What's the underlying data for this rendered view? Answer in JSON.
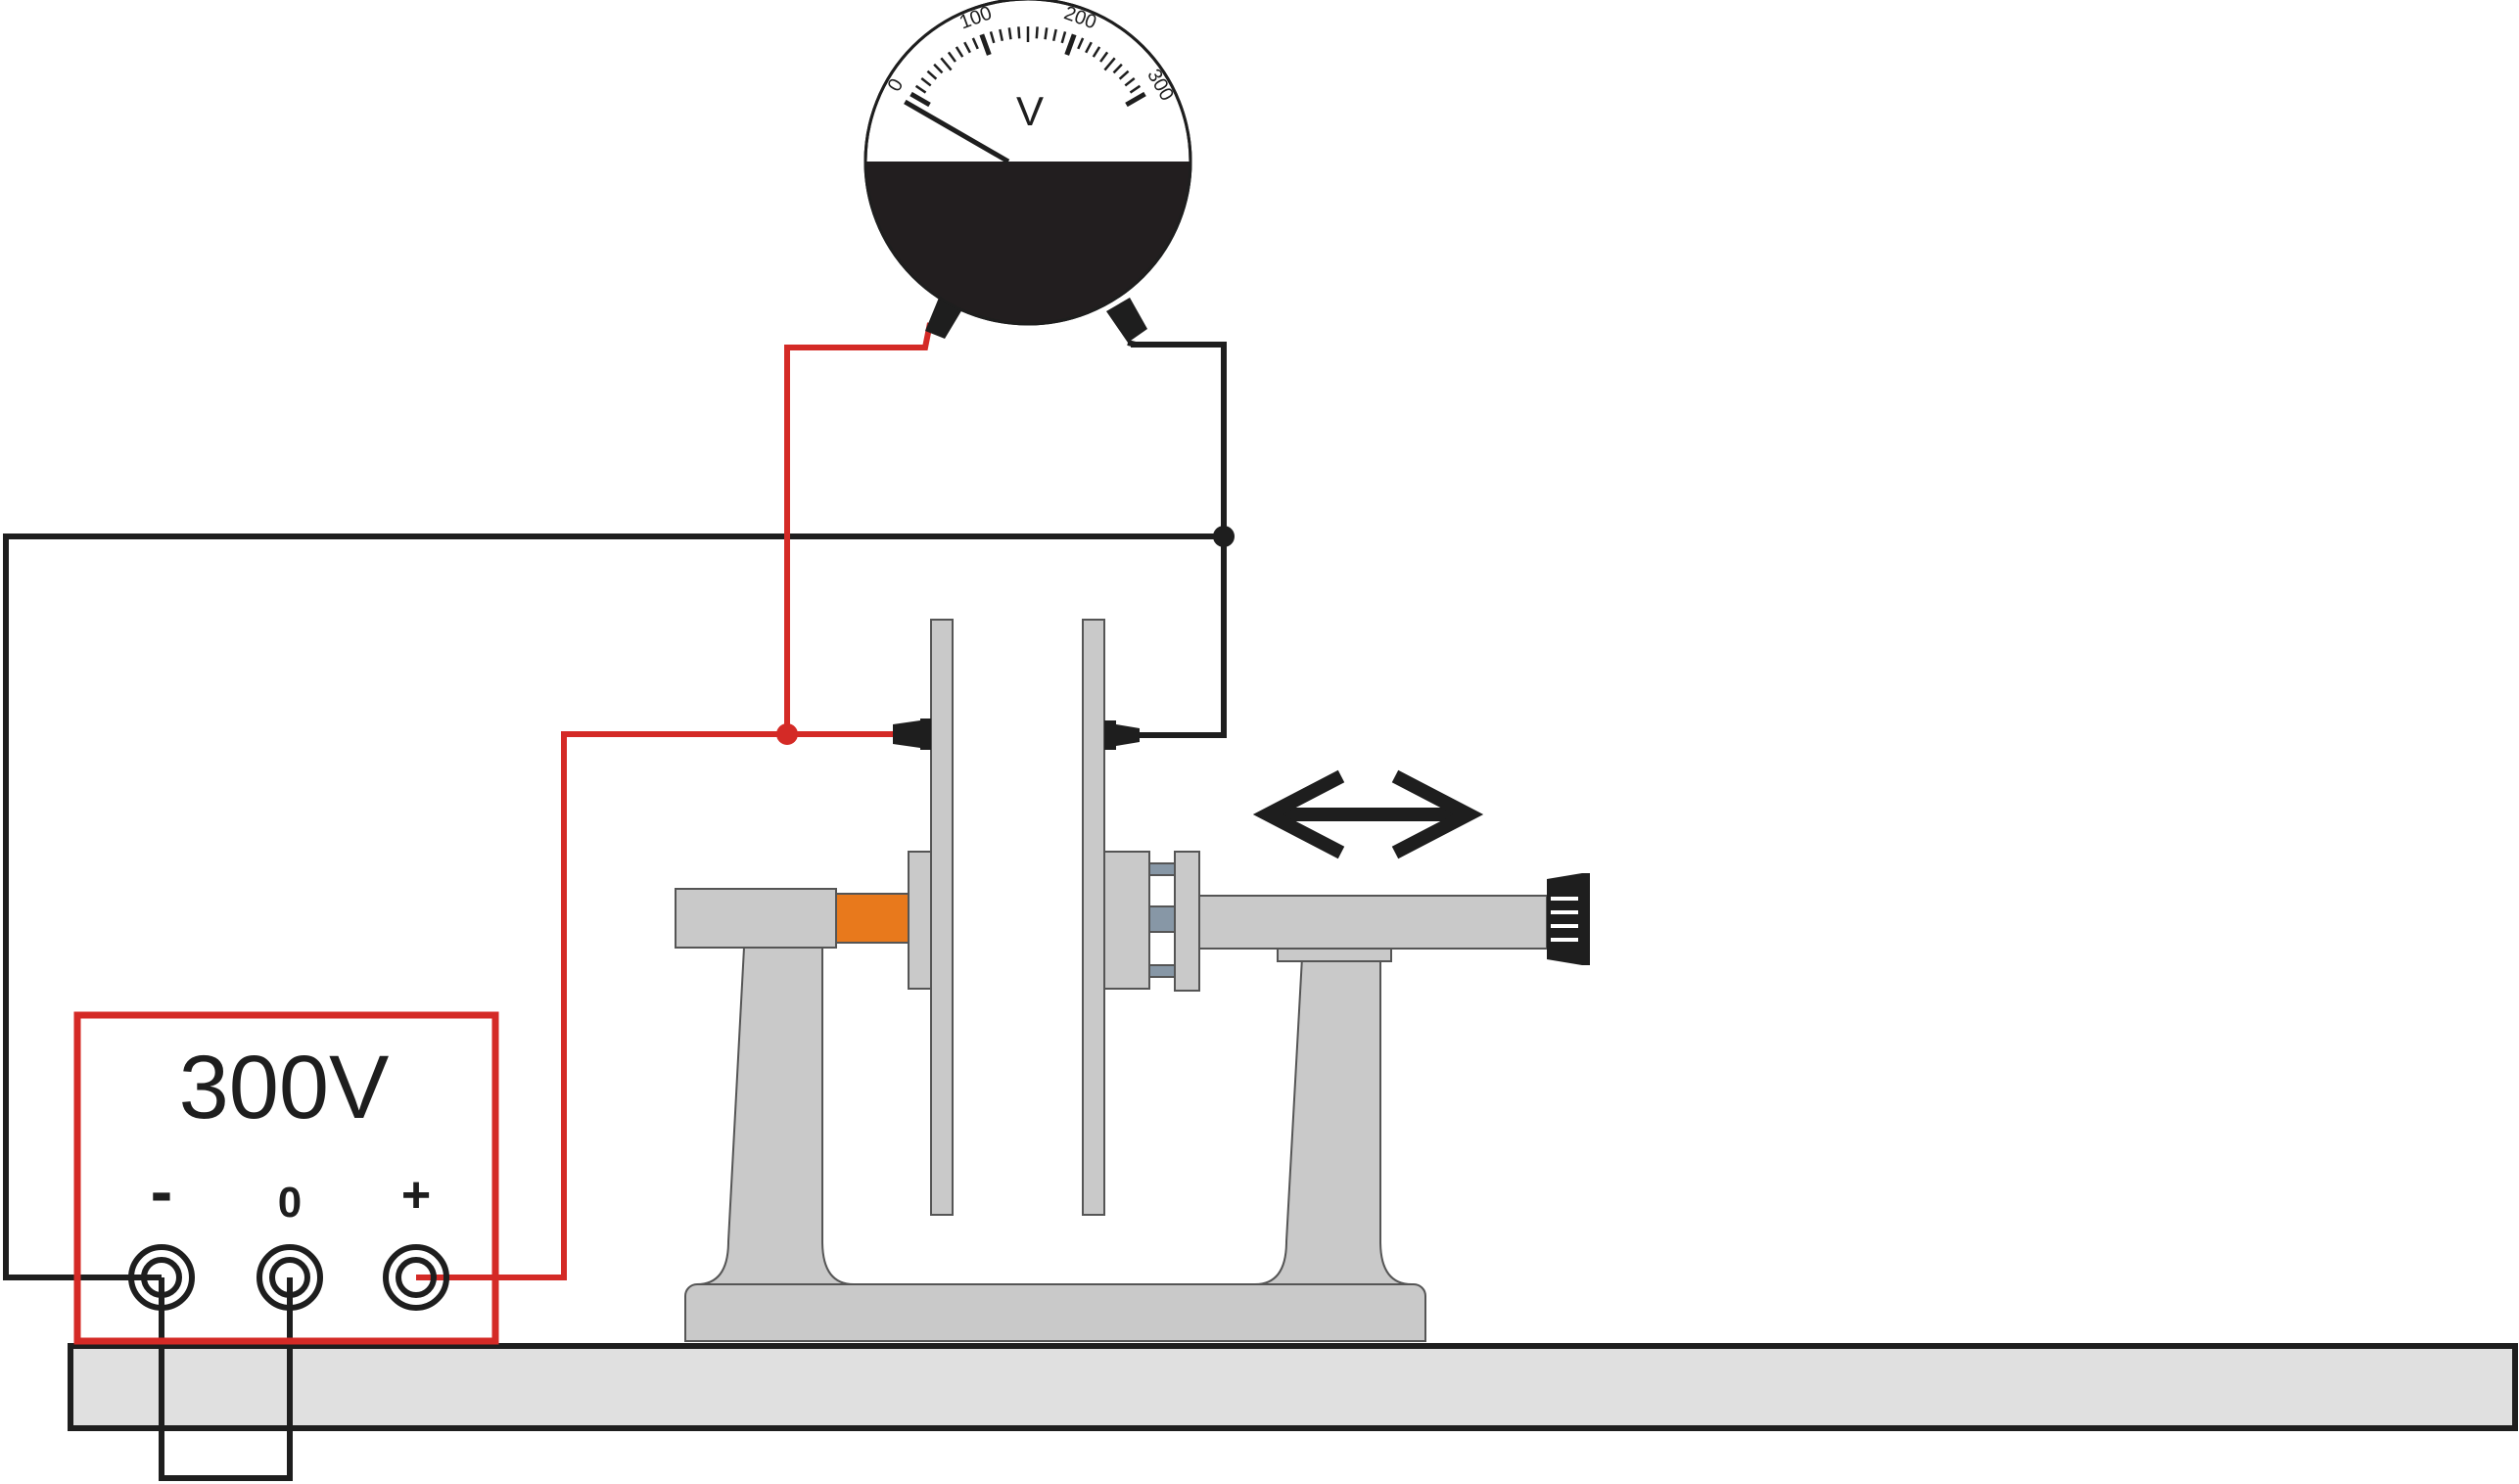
{
  "power_supply": {
    "voltage_label": "300V",
    "terminal_minus": "-",
    "terminal_zero": "0",
    "terminal_plus": "+"
  },
  "voltmeter": {
    "unit": "V",
    "scale_labels": [
      "0",
      "100",
      "200",
      "300"
    ],
    "needle_reading": 0
  },
  "colors": {
    "wire_positive": "#d42a26",
    "wire_ground": "#1e1e1e",
    "apparatus": "#c9c9c9",
    "table": "#e0e0e0",
    "insulator": "#e8791c",
    "meter_body": "#221e1f"
  }
}
